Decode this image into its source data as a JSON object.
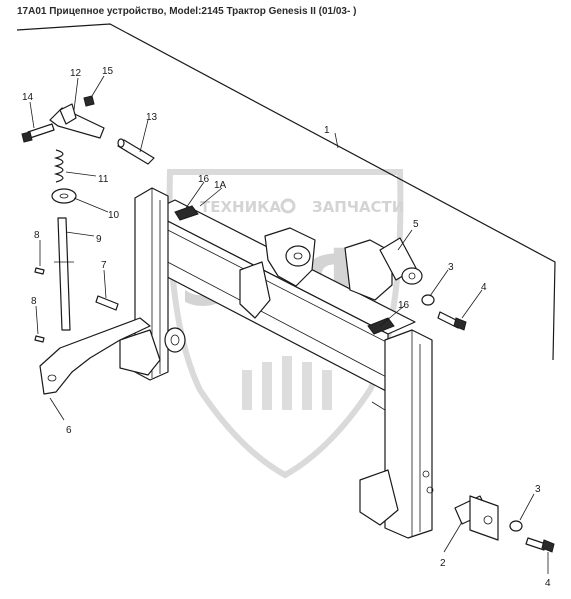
{
  "title": "17A01 Прицепное устройство, Model:2145 Трактор Genesis II (01/03- )",
  "watermark": {
    "brand_text": "ТЕХНИКА",
    "brand_text_2": "ЗАПЧАСТИ",
    "logo_letters": "ЭПФ"
  },
  "labels": {
    "l1": "1",
    "l1a": "1A",
    "l2": "2",
    "l3a": "3",
    "l3b": "3",
    "l4a": "4",
    "l4b": "4",
    "l5": "5",
    "l6": "6",
    "l7": "7",
    "l8a": "8",
    "l8b": "8",
    "l9": "9",
    "l10": "10",
    "l11": "11",
    "l12": "12",
    "l13": "13",
    "l14": "14",
    "l15": "15",
    "l16a": "16",
    "l16b": "16"
  }
}
